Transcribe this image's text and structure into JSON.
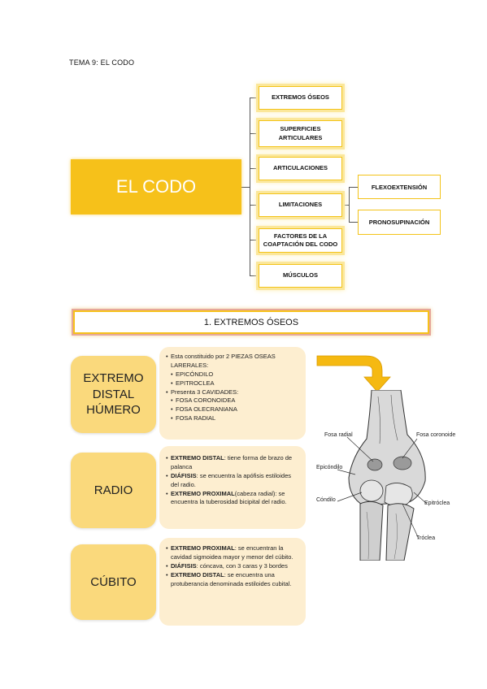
{
  "document": {
    "title": "TEMA 9: EL CODO"
  },
  "concept_map": {
    "main": "EL CODO",
    "branches": [
      "EXTREMOS ÓSEOS",
      "SUPERFICIES ARTICULARES",
      "ARTICULACIONES",
      "LIMITACIONES",
      "FACTORES DE LA COAPTACIÓN DEL CODO",
      "MÚSCULOS"
    ],
    "limitaciones_sub": [
      "FLEXOEXTENSIÓN",
      "PRONOSUPINACIÓN"
    ]
  },
  "section": {
    "title": "1. EXTREMOS ÓSEOS"
  },
  "bones": {
    "humero": {
      "label": "EXTREMO DISTAL HÚMERO",
      "items": [
        "Esta constituido por 2 PIEZAS OSEAS LARERALES:",
        "EPICÓNDILO",
        "EPITROCLEA",
        "Presenta 3 CAVIDADES:",
        "FOSA CORONOIDEA",
        "FOSA OLECRANIANA",
        "FOSA RADIAL"
      ]
    },
    "radio": {
      "label": "RADIO",
      "items": [
        {
          "bold": "EXTREMO DISTAL",
          "text": ": tiene forma de brazo de palanca"
        },
        {
          "bold": "DIÁFISIS",
          "text": ": se encuentra la apófisis estiloides del radio."
        },
        {
          "bold": "EXTREMO PROXIMAL",
          "text": "(cabeza radial): se encuentra la tuberosidad bicipital del radio."
        }
      ]
    },
    "cubito": {
      "label": "CÚBITO",
      "items": [
        {
          "bold": "EXTREMO PROXIMAL",
          "text": ": se encuentran la cavidad sigmoidea mayor y menor del cúbito."
        },
        {
          "bold": "DIÁFISIS",
          "text": ": cóncava, con 3 caras y 3 bordes"
        },
        {
          "bold": "EXTREMO DISTAL",
          "text": ": se encuentra una protuberancia denominada estiloides cubital."
        }
      ]
    }
  },
  "figure": {
    "labels": {
      "fosa_radial": "Fosa radial",
      "fosa_coronoide": "Fosa coronoide",
      "epicondilo": "Epicóndilo",
      "condilo": "Cóndilo",
      "epitroclea": "Epitróclea",
      "troclea": "Tróclea"
    }
  },
  "colors": {
    "accent": "#f6c11a",
    "label_fill": "#fad97c",
    "desc_fill": "#fdeed0"
  }
}
